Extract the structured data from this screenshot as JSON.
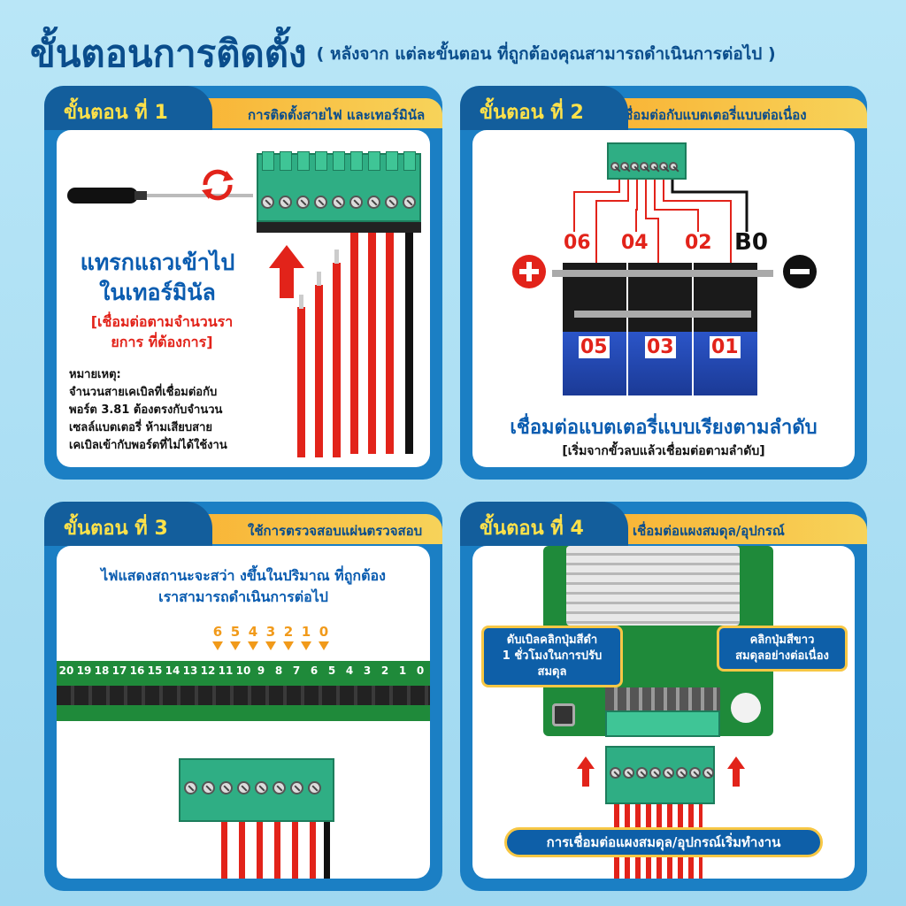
{
  "header": {
    "title": "ขั้นตอนการติดตั้ง",
    "subtitle": "( หลังจาก แต่ละขั้นตอน ที่ถูกต้องคุณสามารถดำเนินการต่อไป )"
  },
  "colors": {
    "background": "#a9def4",
    "panel_blue": "#1b7fc4",
    "tab_dark_blue": "#135e9c",
    "tab_orange": "#f9b233",
    "step_title": "#ffe24a",
    "wire_red": "#e2231a",
    "connector_green": "#2fae84"
  },
  "step1": {
    "number": "ขั้นตอน ที่ 1",
    "title": "การติดตั้งสายไฟ และเทอร์มินัล",
    "heading_line1": "แทรกแถวเข้าไป",
    "heading_line2": "ในเทอร์มินัล",
    "red_note_line1": "[เชื่อมต่อตามจำนวนรา",
    "red_note_line2": "ยการ ที่ต้องการ]",
    "note_label": "หมายเหตุ:",
    "note_line1": "จำนวนสายเคเบิลที่เชื่อมต่อกับ",
    "note_line2": "พอร์ต 3.81 ต้องตรงกับจำนวน",
    "note_line3": "เซลล์แบตเตอรี่ ห้ามเสียบสาย",
    "note_line4": "เคเบิลเข้ากับพอร์ตที่ไม่ได้ใช้งาน",
    "icons": [
      "screwdriver-icon",
      "rotate-arrows-icon",
      "up-arrow-icon"
    ]
  },
  "step2": {
    "number": "ขั้นตอน ที่ 2",
    "title": "เชื่อมต่อกับแบตเตอรี่แบบต่อเนื่อง",
    "top_labels": [
      "06",
      "04",
      "02",
      "B0"
    ],
    "bottom_labels": [
      "05",
      "03",
      "01"
    ],
    "heading": "เชื่อมต่อแบตเตอรี่แบบเรียงตามลำดับ",
    "subheading": "[เริ่มจากขั้วลบแล้วเชื่อมต่อตามลำดับ]",
    "plus_icon": "plus-icon",
    "minus_icon": "minus-icon"
  },
  "step3": {
    "number": "ขั้นตอน ที่ 3",
    "title": "ใช้การตรวจสอบแผ่นตรวจสอบ",
    "heading_line1": "ไฟแสดงสถานะจะสว่า งขึ้นในปริมาณ ที่ถูกต้อง",
    "heading_line2": "เราสามารถดำเนินการต่อไป",
    "led_numbers": [
      "6",
      "5",
      "4",
      "3",
      "2",
      "1",
      "0"
    ],
    "strip_numbers": [
      "20",
      "19",
      "18",
      "17",
      "16",
      "15",
      "14",
      "13",
      "12",
      "11",
      "10",
      "9",
      "8",
      "7",
      "6",
      "5",
      "4",
      "3",
      "2",
      "1",
      "0"
    ]
  },
  "step4": {
    "number": "ขั้นตอน ที่ 4",
    "title": "เชื่อมต่อแผงสมดุล/อุปกรณ์",
    "callout_left_line1": "ดับเบิลคลิกปุ่มสีดำ",
    "callout_left_line2": "1 ชั่วโมงในการปรับสมดุล",
    "callout_right_line1": "คลิกปุ่มสีขาว",
    "callout_right_line2": "สมดุลอย่างต่อเนื่อง",
    "bottom_banner": "การเชื่อมต่อแผงสมดุล/อุปกรณ์เริ่มทำงาน"
  }
}
